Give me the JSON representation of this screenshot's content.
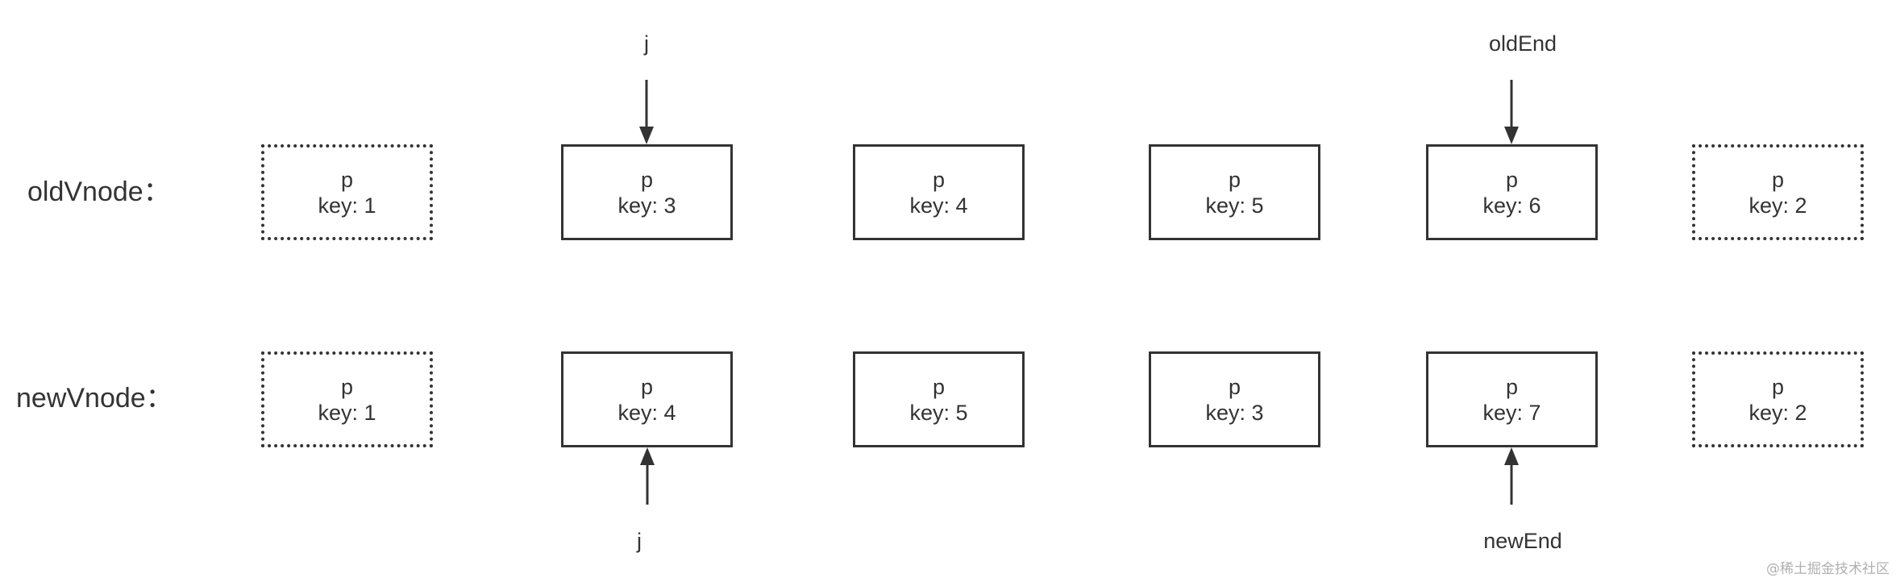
{
  "rows": {
    "old": {
      "label": "oldVnode：",
      "nodes": [
        {
          "tag": "p",
          "key": "key: 1",
          "style": "dotted"
        },
        {
          "tag": "p",
          "key": "key: 3",
          "style": "solid"
        },
        {
          "tag": "p",
          "key": "key: 4",
          "style": "solid"
        },
        {
          "tag": "p",
          "key": "key: 5",
          "style": "solid"
        },
        {
          "tag": "p",
          "key": "key: 6",
          "style": "solid"
        },
        {
          "tag": "p",
          "key": "key: 2",
          "style": "dotted"
        }
      ]
    },
    "new": {
      "label": "newVnode：",
      "nodes": [
        {
          "tag": "p",
          "key": "key: 1",
          "style": "dotted"
        },
        {
          "tag": "p",
          "key": "key: 4",
          "style": "solid"
        },
        {
          "tag": "p",
          "key": "key: 5",
          "style": "solid"
        },
        {
          "tag": "p",
          "key": "key: 3",
          "style": "solid"
        },
        {
          "tag": "p",
          "key": "key: 7",
          "style": "solid"
        },
        {
          "tag": "p",
          "key": "key: 2",
          "style": "dotted"
        }
      ]
    }
  },
  "pointers": {
    "old_j": "j",
    "old_end": "oldEnd",
    "new_j": "j",
    "new_end": "newEnd"
  },
  "watermark": "@稀土掘金技术社区",
  "colors": {
    "stroke": "#333333",
    "watermark": "#b0b0b0"
  }
}
